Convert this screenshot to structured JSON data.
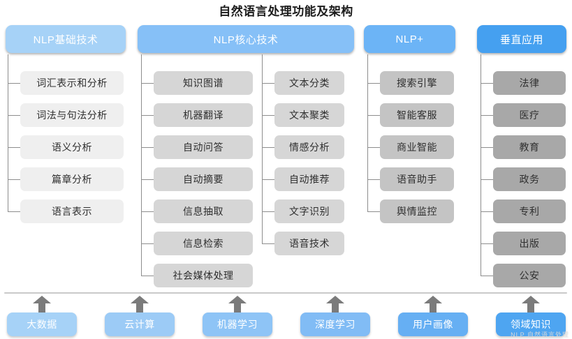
{
  "title": "自然语言处理功能及架构",
  "colors": {
    "header_basic": "#a6d2f7",
    "header_core": "#86c0f7",
    "header_plus": "#6cb4f6",
    "header_vertical": "#45a0f0",
    "item_basic": "#efefef",
    "item_core": "#d6d6d6",
    "item_plus": "#c4c4c4",
    "item_vertical": "#a8a8a8",
    "connector": "#8d8d8d",
    "arrow": "#7b7b7b",
    "divider": "#c9c9c9",
    "title_text": "#1c1c1c",
    "item_text": "#2f2f2f"
  },
  "columns": [
    {
      "key": "basic",
      "header": "NLP基础技术",
      "items": [
        "词汇表示和分析",
        "词法与句法分析",
        "语义分析",
        "篇章分析",
        "语言表示"
      ]
    },
    {
      "key": "core",
      "header": "NLP核心技术",
      "items_left": [
        "知识图谱",
        "机器翻译",
        "自动问答",
        "自动摘要",
        "信息抽取",
        "信息检索",
        "社会媒体处理"
      ],
      "items_right": [
        "文本分类",
        "文本聚类",
        "情感分析",
        "自动推荐",
        "文字识别",
        "语音技术"
      ]
    },
    {
      "key": "plus",
      "header": "NLP+",
      "items": [
        "搜索引擎",
        "智能客服",
        "商业智能",
        "语音助手",
        "舆情监控"
      ]
    },
    {
      "key": "vertical",
      "header": "垂直应用",
      "items": [
        "法律",
        "医疗",
        "教育",
        "政务",
        "专利",
        "出版",
        "公安"
      ]
    }
  ],
  "foundation": {
    "items": [
      "大数据",
      "云计算",
      "机器学习",
      "深度学习",
      "用户画像",
      "领域知识"
    ],
    "colors": [
      "#a6d2f7",
      "#9ccbf6",
      "#8ec4f6",
      "#81bcf5",
      "#66aff3",
      "#4ea5f1"
    ]
  },
  "watermark": "NLP 自然语言处理"
}
